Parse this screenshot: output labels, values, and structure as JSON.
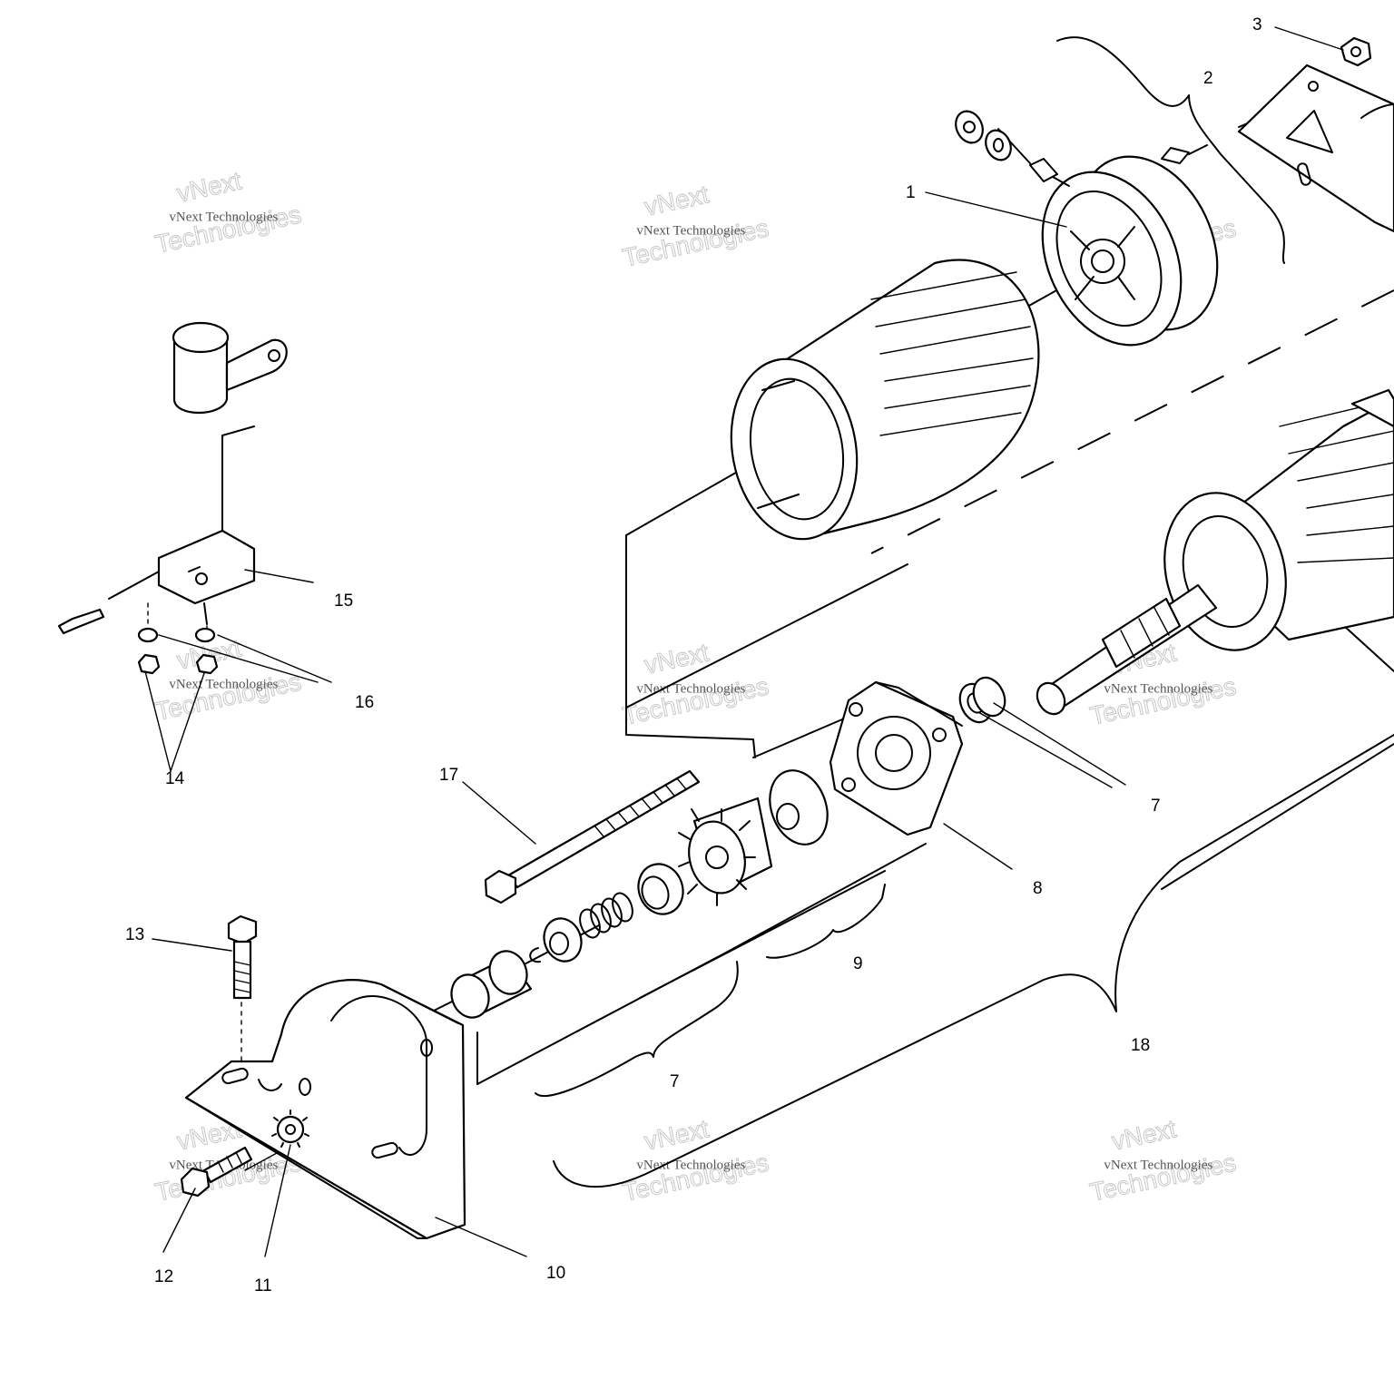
{
  "diagram": {
    "callouts": {
      "c1": "1",
      "c2": "2",
      "c3": "3",
      "c7a": "7",
      "c7b": "7",
      "c8": "8",
      "c9": "9",
      "c10": "10",
      "c11": "11",
      "c12": "12",
      "c13": "13",
      "c14": "14",
      "c15": "15",
      "c16": "16",
      "c17": "17",
      "c18": "18"
    },
    "watermark": {
      "line1": "vNext Technologies",
      "line2": "Technologies",
      "line3": "vNext"
    }
  }
}
